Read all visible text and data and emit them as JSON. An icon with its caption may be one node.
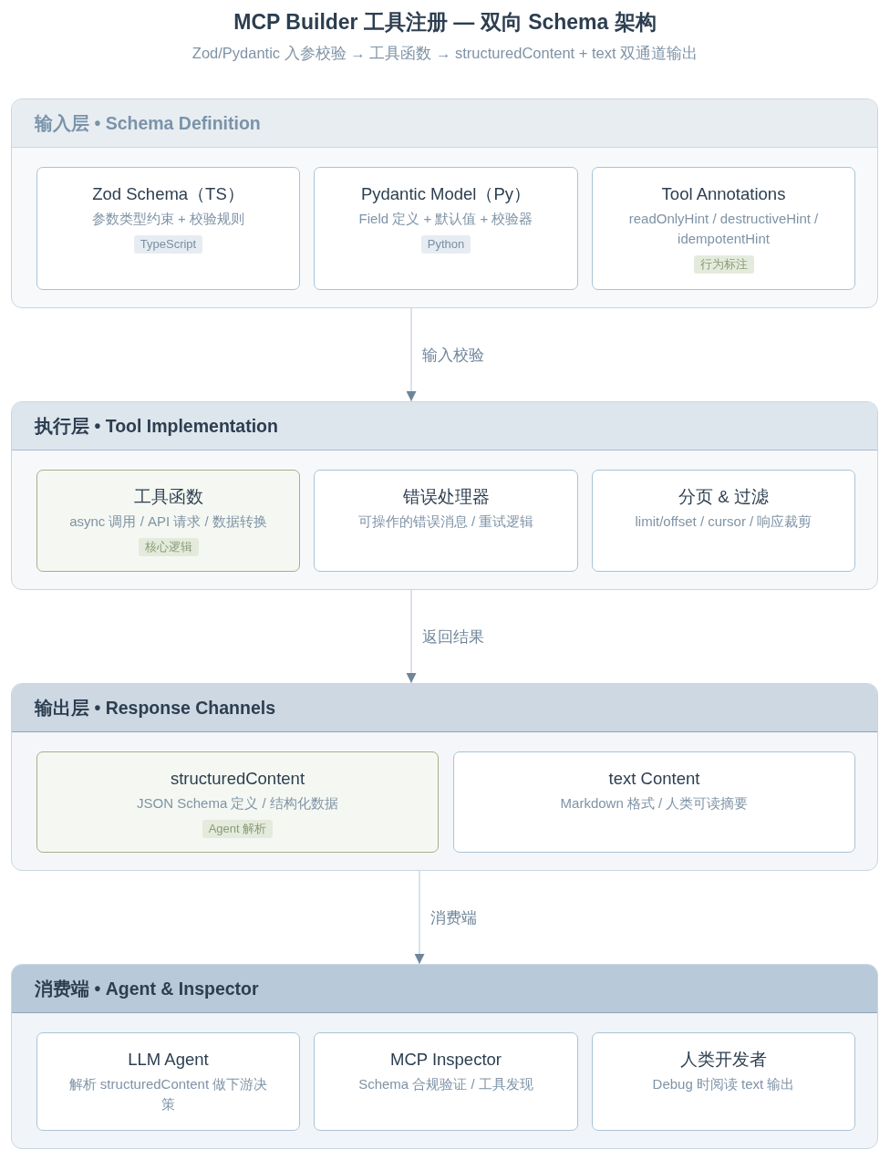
{
  "diagram": {
    "title": "MCP Builder 工具注册 — 双向 Schema 架构",
    "nodes": [
      {
        "text": [
          "输入层 • Schema Definition"
        ]
      },
      {
        "text": [
          "Zod Schema（TS）",
          "参数类型约束 + 校验规则",
          "TypeScript"
        ],
        "in": 0
      },
      {
        "text": [
          "Pydantic Model（Py）",
          "Field 定义 + 默认值 + 校验器",
          "Python"
        ],
        "in": 0
      },
      {
        "text": [
          "Tool Annotations",
          "readOnlyHint / destructiveHint / idempotentHint",
          "行为标注"
        ],
        "in": 0
      },
      {
        "text": [
          "执行层 • Tool Implementation"
        ]
      },
      {
        "text": [
          "工具函数",
          "async 调用 / API 请求 / 数据转换",
          "核心逻辑"
        ],
        "in": 4
      },
      {
        "text": [
          "错误处理器",
          "可操作的错误消息 / 重试逻辑"
        ],
        "in": 4
      },
      {
        "text": [
          "分页 & 过滤",
          "limit/offset / cursor / 响应裁剪"
        ],
        "in": 4
      },
      {
        "text": [
          "输出层 • Response Channels"
        ]
      },
      {
        "text": [
          "structuredContent",
          "JSON Schema 定义 / 结构化数据",
          "Agent 解析"
        ],
        "in": 8
      },
      {
        "text": [
          "text Content",
          "Markdown 格式 / 人类可读摘要"
        ],
        "in": 8
      },
      {
        "text": [
          "消费端 • Agent & Inspector"
        ]
      },
      {
        "text": [
          "LLM Agent",
          "解析 structuredContent 做下游决策"
        ],
        "in": 11
      },
      {
        "text": [
          "MCP Inspector",
          "Schema 合规验证 / 工具发现"
        ],
        "in": 11
      },
      {
        "text": [
          "人类开发者",
          "Debug 时阅读 text 输出"
        ],
        "in": 11
      }
    ],
    "edges": [
      {
        "from": 0,
        "to": 4,
        "arrow": "to",
        "label": "输入校验"
      },
      {
        "from": 4,
        "to": 8,
        "arrow": "to",
        "label": "返回结果"
      },
      {
        "from": 8,
        "to": 11,
        "arrow": "to",
        "label": "消费端"
      }
    ],
    "labels": [
      "Zod/Pydantic 入参校验 → 工具函数 → structuredContent + text 双通道输出"
    ]
  }
}
